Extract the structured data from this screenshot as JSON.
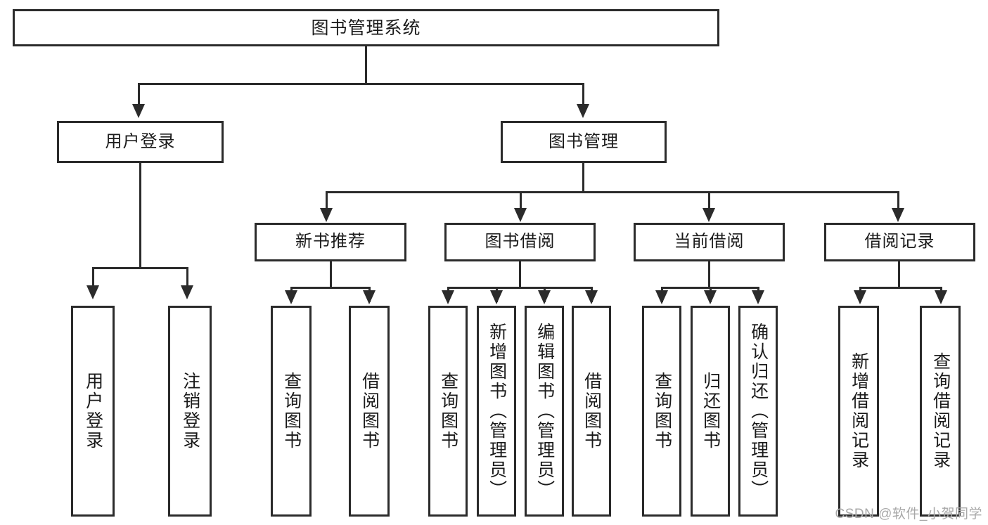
{
  "diagram": {
    "type": "tree-hierarchy-chart",
    "title": "图书管理系统",
    "levels": {
      "level1": [
        "图书管理系统"
      ],
      "level2": [
        "用户登录",
        "图书管理"
      ],
      "level3": [
        "新书推荐",
        "图书借阅",
        "当前借阅",
        "借阅记录"
      ],
      "level4": [
        "用户登录",
        "注销登录",
        "查询图书",
        "借阅图书",
        "查询图书",
        "新增图书（管理员）",
        "编辑图书（管理员）",
        "借阅图书",
        "查询图书",
        "归还图书",
        "确认归还（管理员）",
        "新增借阅记录",
        "查询借阅记录"
      ]
    },
    "nodes": {
      "root": {
        "label": "图书管理系统"
      },
      "user_login": {
        "label": "用户登录"
      },
      "book_manage": {
        "label": "图书管理"
      },
      "new_book_rec": {
        "label": "新书推荐"
      },
      "book_borrow": {
        "label": "图书借阅"
      },
      "current_borrow": {
        "label": "当前借阅"
      },
      "borrow_record": {
        "label": "借阅记录"
      },
      "leaf_user_login": {
        "label": "用户登录"
      },
      "leaf_logout": {
        "label": "注销登录"
      },
      "leaf_query_book_1": {
        "label": "查询图书"
      },
      "leaf_borrow_book_1": {
        "label": "借阅图书"
      },
      "leaf_query_book_2": {
        "label": "查询图书"
      },
      "leaf_add_book": {
        "label": "新增图书（管理员）"
      },
      "leaf_edit_book": {
        "label": "编辑图书（管理员）"
      },
      "leaf_borrow_book_2": {
        "label": "借阅图书"
      },
      "leaf_query_book_3": {
        "label": "查询图书"
      },
      "leaf_return_book": {
        "label": "归还图书"
      },
      "leaf_confirm_return": {
        "label": "确认归还（管理员）"
      },
      "leaf_add_record": {
        "label": "新增借阅记录"
      },
      "leaf_query_record": {
        "label": "查询借阅记录"
      }
    }
  },
  "watermark": {
    "text": "CSDN @软件_小贺同学"
  },
  "colors": {
    "stroke": "#2b2b2b",
    "background": "#ffffff",
    "text": "#1a1a1a",
    "watermark": "#a8a8a8"
  }
}
